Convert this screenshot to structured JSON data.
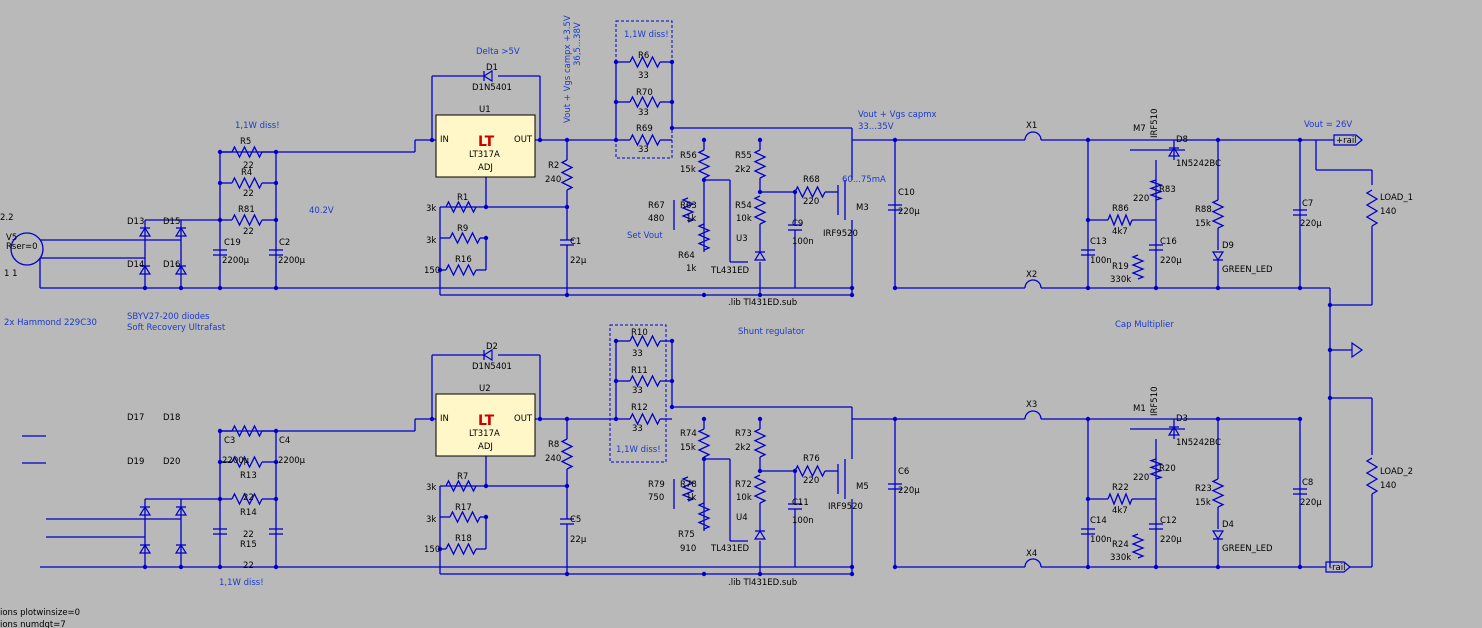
{
  "notes": {
    "delta": "Delta >5V",
    "vout_vgs": "Vout + Vgs campx +3.5V",
    "vout_range": "36,5...38V",
    "diss_top": "1,1W diss!",
    "diss_r5": "1,1W diss!",
    "vout_vgs2": "Vout + Vgs capmx",
    "vout_range2": "33...35V",
    "vout": "Vout = 26V",
    "current": "60...75mA",
    "v402": "40.2V",
    "setvout": "Set Vout",
    "hammond": "2x Hammond 229C30",
    "diodes1": "SBYV27-200 diodes",
    "diodes2": "Soft Recovery Ultrafast",
    "shunt": "Shunt regulator",
    "capmult": "Cap Multiplier",
    "diss_bot": "1,1W diss!",
    "diss_r15": "1,1W diss!",
    "lib1": ".lib Tl431ED.sub",
    "lib2": ".lib Tl431ED.sub",
    "opt1": "ions plotwinsize=0",
    "opt2": "ions numdgt=7"
  },
  "ports": {
    "prail": "+rail",
    "nrail": "-rail"
  },
  "regs": {
    "u1": {
      "name": "U1",
      "part": "LT317A",
      "in": "IN",
      "out": "OUT",
      "adj": "ADJ"
    },
    "u2": {
      "name": "U2",
      "part": "LT317A",
      "in": "IN",
      "out": "OUT",
      "adj": "ADJ"
    }
  },
  "source": {
    "name": "V5",
    "val": "2.2",
    "rser": "Rser=0",
    "ratio": "1 1"
  },
  "parts": [
    {
      "n": "D1",
      "v": "D1N5401"
    },
    {
      "n": "D2",
      "v": "D1N5401"
    },
    {
      "n": "R5",
      "v": "22"
    },
    {
      "n": "R4",
      "v": "22"
    },
    {
      "n": "R81",
      "v": "22"
    },
    {
      "n": "C19",
      "v": "2200µ"
    },
    {
      "n": "C2",
      "v": "2200µ"
    },
    {
      "n": "D13",
      "v": ""
    },
    {
      "n": "D14",
      "v": ""
    },
    {
      "n": "D15",
      "v": ""
    },
    {
      "n": "D16",
      "v": ""
    },
    {
      "n": "R1",
      "v": "3k"
    },
    {
      "n": "R9",
      "v": "3k"
    },
    {
      "n": "R16",
      "v": "150"
    },
    {
      "n": "R2",
      "v": "240"
    },
    {
      "n": "C1",
      "v": "22µ"
    },
    {
      "n": "R6",
      "v": "33"
    },
    {
      "n": "R70",
      "v": "33"
    },
    {
      "n": "R69",
      "v": "33"
    },
    {
      "n": "R56",
      "v": "15k"
    },
    {
      "n": "R55",
      "v": "2k2"
    },
    {
      "n": "R68",
      "v": "220"
    },
    {
      "n": "R67",
      "v": "480"
    },
    {
      "n": "R63",
      "v": "1k"
    },
    {
      "n": "R54",
      "v": "10k"
    },
    {
      "n": "C9",
      "v": "100n"
    },
    {
      "n": "R64",
      "v": "1k"
    },
    {
      "n": "U3",
      "v": "TL431ED"
    },
    {
      "n": "M3",
      "v": "IRF9520"
    },
    {
      "n": "C10",
      "v": "220µ"
    },
    {
      "n": "X1",
      "v": ""
    },
    {
      "n": "X2",
      "v": ""
    },
    {
      "n": "M7",
      "v": "IRF510"
    },
    {
      "n": "D8",
      "v": "1N5242BC"
    },
    {
      "n": "R83",
      "v": "220"
    },
    {
      "n": "R86",
      "v": "4k7"
    },
    {
      "n": "C13",
      "v": "100n"
    },
    {
      "n": "C16",
      "v": "220µ"
    },
    {
      "n": "R19",
      "v": "330k"
    },
    {
      "n": "R88",
      "v": "15k"
    },
    {
      "n": "D9",
      "v": "GREEN_LED"
    },
    {
      "n": "C7",
      "v": "220µ"
    },
    {
      "n": "LOAD_1",
      "v": "140"
    },
    {
      "n": "D17",
      "v": ""
    },
    {
      "n": "D18",
      "v": ""
    },
    {
      "n": "D19",
      "v": ""
    },
    {
      "n": "D20",
      "v": ""
    },
    {
      "n": "C3",
      "v": "2200µ"
    },
    {
      "n": "C4",
      "v": "2200µ"
    },
    {
      "n": "R13",
      "v": "22"
    },
    {
      "n": "R14",
      "v": "22"
    },
    {
      "n": "R15",
      "v": "22"
    },
    {
      "n": "R7",
      "v": "3k"
    },
    {
      "n": "R17",
      "v": "3k"
    },
    {
      "n": "R18",
      "v": "150"
    },
    {
      "n": "R8",
      "v": "240"
    },
    {
      "n": "C5",
      "v": "22µ"
    },
    {
      "n": "R10",
      "v": "33"
    },
    {
      "n": "R11",
      "v": "33"
    },
    {
      "n": "R12",
      "v": "33"
    },
    {
      "n": "R74",
      "v": "15k"
    },
    {
      "n": "R73",
      "v": "2k2"
    },
    {
      "n": "R76",
      "v": "220"
    },
    {
      "n": "R79",
      "v": "750"
    },
    {
      "n": "R78",
      "v": "1k"
    },
    {
      "n": "R72",
      "v": "10k"
    },
    {
      "n": "C11",
      "v": "100n"
    },
    {
      "n": "R75",
      "v": "910"
    },
    {
      "n": "U4",
      "v": "TL431ED"
    },
    {
      "n": "M5",
      "v": "IRF9520"
    },
    {
      "n": "C6",
      "v": "220µ"
    },
    {
      "n": "X3",
      "v": ""
    },
    {
      "n": "X4",
      "v": ""
    },
    {
      "n": "M1",
      "v": "IRF510"
    },
    {
      "n": "D3",
      "v": "1N5242BC"
    },
    {
      "n": "R20",
      "v": "220"
    },
    {
      "n": "R22",
      "v": "4k7"
    },
    {
      "n": "C14",
      "v": "100n"
    },
    {
      "n": "C12",
      "v": "220µ"
    },
    {
      "n": "R24",
      "v": "330k"
    },
    {
      "n": "R23",
      "v": "15k"
    },
    {
      "n": "D4",
      "v": "GREEN_LED"
    },
    {
      "n": "C8",
      "v": "220µ"
    },
    {
      "n": "LOAD_2",
      "v": "140"
    }
  ]
}
